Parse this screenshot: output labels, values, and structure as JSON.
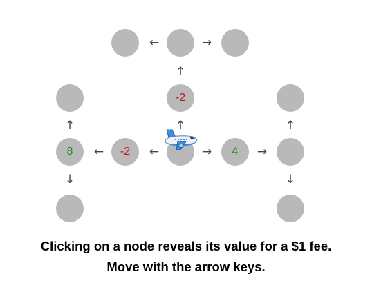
{
  "nodes": [
    {
      "id": "top-left",
      "value": "",
      "sign": ""
    },
    {
      "id": "top-center",
      "value": "",
      "sign": ""
    },
    {
      "id": "top-right",
      "value": "",
      "sign": ""
    },
    {
      "id": "upper-left",
      "value": "",
      "sign": ""
    },
    {
      "id": "upper-center",
      "value": "-2",
      "sign": "neg"
    },
    {
      "id": "upper-right",
      "value": "",
      "sign": ""
    },
    {
      "id": "mid-far-left",
      "value": "8",
      "sign": "pos"
    },
    {
      "id": "mid-left",
      "value": "-2",
      "sign": "neg"
    },
    {
      "id": "center",
      "value": "",
      "sign": ""
    },
    {
      "id": "mid-right",
      "value": "4",
      "sign": "pos"
    },
    {
      "id": "mid-far-right",
      "value": "",
      "sign": ""
    },
    {
      "id": "bottom-left",
      "value": "",
      "sign": ""
    },
    {
      "id": "bottom-right",
      "value": "",
      "sign": ""
    }
  ],
  "arrows": [
    {
      "id": "top-center-to-top-left",
      "dir": "left"
    },
    {
      "id": "top-center-to-top-right",
      "dir": "right"
    },
    {
      "id": "upper-center-to-top-center",
      "dir": "up"
    },
    {
      "id": "center-to-upper-center",
      "dir": "up"
    },
    {
      "id": "center-to-mid-left",
      "dir": "left"
    },
    {
      "id": "mid-left-to-mid-far-left",
      "dir": "left"
    },
    {
      "id": "mid-far-left-to-upper-left",
      "dir": "up"
    },
    {
      "id": "mid-far-left-to-bottom-left",
      "dir": "down"
    },
    {
      "id": "center-to-mid-right",
      "dir": "right"
    },
    {
      "id": "mid-right-to-mid-far-right",
      "dir": "right"
    },
    {
      "id": "mid-far-right-to-upper-right",
      "dir": "up"
    },
    {
      "id": "mid-far-right-to-bottom-right",
      "dir": "down"
    }
  ],
  "player": {
    "icon": "airplane-icon",
    "at": "center"
  },
  "colors": {
    "node": "#b9b9b9",
    "negative": "#c0161d",
    "positive": "#1b8a1b",
    "arrow": "#444444"
  },
  "caption": {
    "line1": "Clicking on a node reveals its value for a $1 fee.",
    "line2": "Move with the arrow keys."
  }
}
